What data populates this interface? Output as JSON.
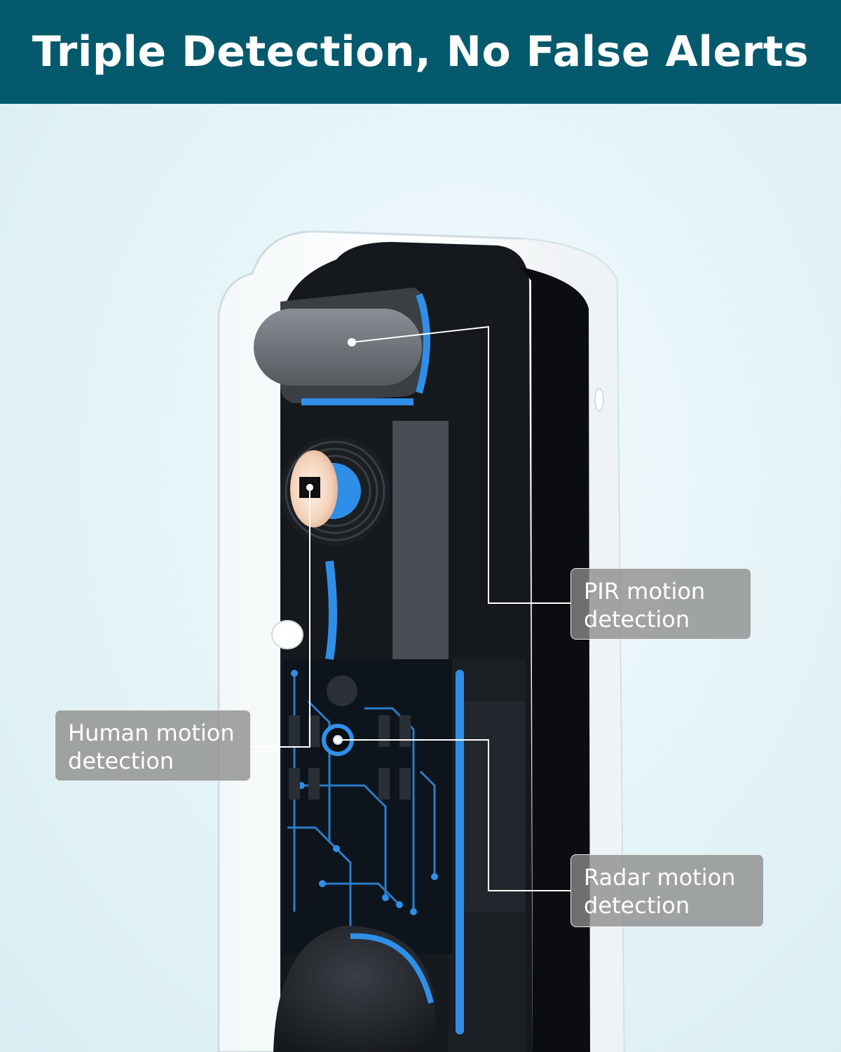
{
  "header": {
    "title": "Triple Detection, No False Alerts"
  },
  "callouts": {
    "pir": {
      "line1": "PIR motion",
      "line2": "detection"
    },
    "human": {
      "line1": "Human motion",
      "line2": "detection"
    },
    "radar": {
      "line1": "Radar motion",
      "line2": "detection"
    }
  },
  "colors": {
    "banner": "#045a6c",
    "accent_blue": "#2f8fe8",
    "housing": "#111418"
  }
}
